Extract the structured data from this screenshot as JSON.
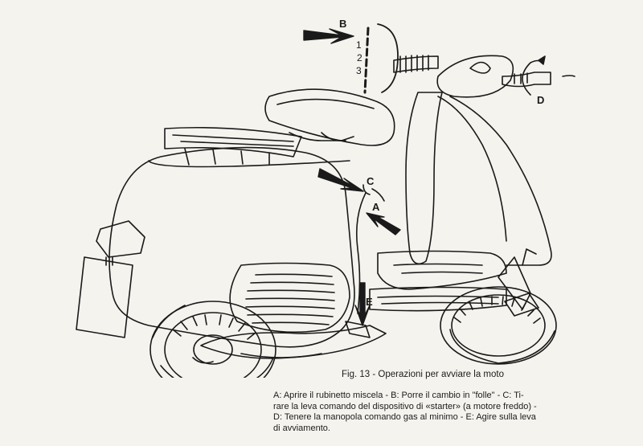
{
  "figure": {
    "caption": "Fig. 13 - Operazioni per avviare la moto",
    "legend_lines": [
      "A: Aprire il rubinetto miscela - B: Porre il cambio in \"folle\" - C: Ti-",
      "rare la leva comando del dispositivo di «starter» (a motore freddo) -",
      "D: Tenere la manopola comando gas al minimo - E: Agire sulla leva",
      "di avviamento."
    ]
  },
  "labels": {
    "a": "A",
    "b": "B",
    "c": "C",
    "d": "D",
    "e": "E"
  },
  "gear_selector": {
    "marks": [
      "1",
      "2",
      "3"
    ]
  },
  "colors": {
    "paper": "#f5f3ee",
    "ink": "#1a1a1a"
  }
}
